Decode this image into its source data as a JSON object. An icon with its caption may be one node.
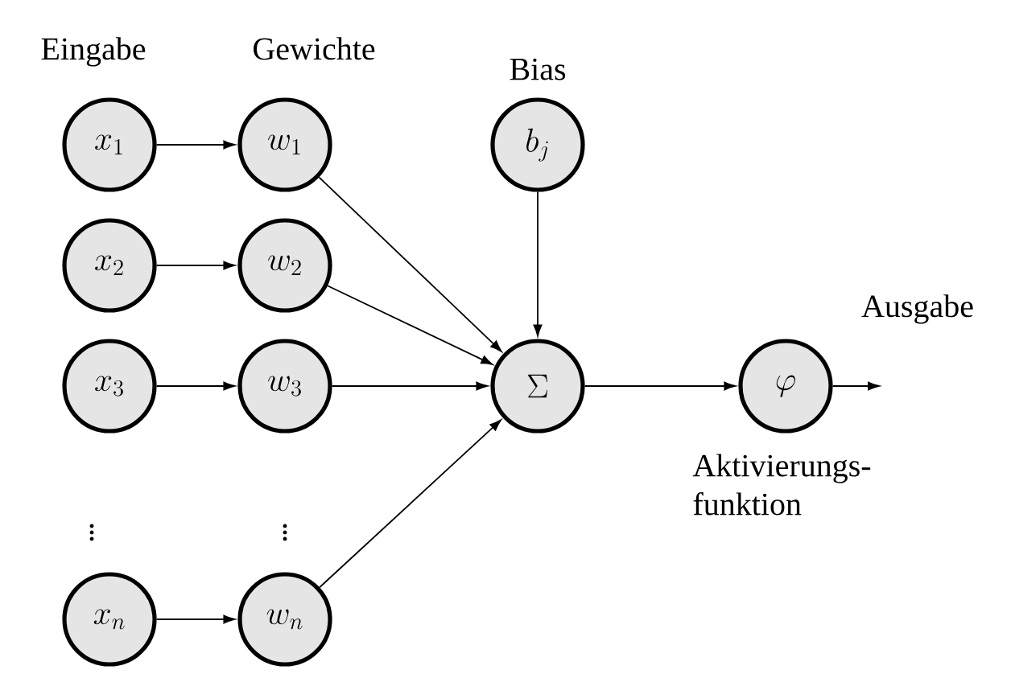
{
  "diagram": {
    "nodes": [
      {
        "text": [
          "x_1"
        ]
      },
      {
        "text": [
          "x_2"
        ]
      },
      {
        "text": [
          "x_3"
        ]
      },
      {
        "text": [
          "x_n"
        ]
      },
      {
        "text": [
          "w_1"
        ]
      },
      {
        "text": [
          "w_2"
        ]
      },
      {
        "text": [
          "w_3"
        ]
      },
      {
        "text": [
          "w_n"
        ]
      },
      {
        "text": [
          "b_j"
        ],
        "beside": [
          "Bias"
        ]
      },
      {
        "text": [
          "\\Sigma"
        ]
      },
      {
        "text": [
          "\\varphi"
        ],
        "beside": [
          "Aktivierungs- funktion"
        ]
      }
    ],
    "edges": [
      {
        "from": 0,
        "to": 4,
        "arrow": "to"
      },
      {
        "from": 1,
        "to": 5,
        "arrow": "to"
      },
      {
        "from": 2,
        "to": 6,
        "arrow": "to"
      },
      {
        "from": 3,
        "to": 7,
        "arrow": "to"
      },
      {
        "from": 4,
        "to": 9,
        "arrow": "to"
      },
      {
        "from": 5,
        "to": 9,
        "arrow": "to"
      },
      {
        "from": 6,
        "to": 9,
        "arrow": "to"
      },
      {
        "from": 7,
        "to": 9,
        "arrow": "to"
      },
      {
        "from": 8,
        "to": 9,
        "arrow": "to"
      },
      {
        "from": 9,
        "to": 10,
        "arrow": "to"
      },
      {
        "from": 10,
        "to": null,
        "arrow": "to"
      }
    ],
    "labels": [
      "Eingabe",
      "Gewichte",
      "Ausgabe",
      "\\vdots",
      "\\vdots"
    ]
  }
}
